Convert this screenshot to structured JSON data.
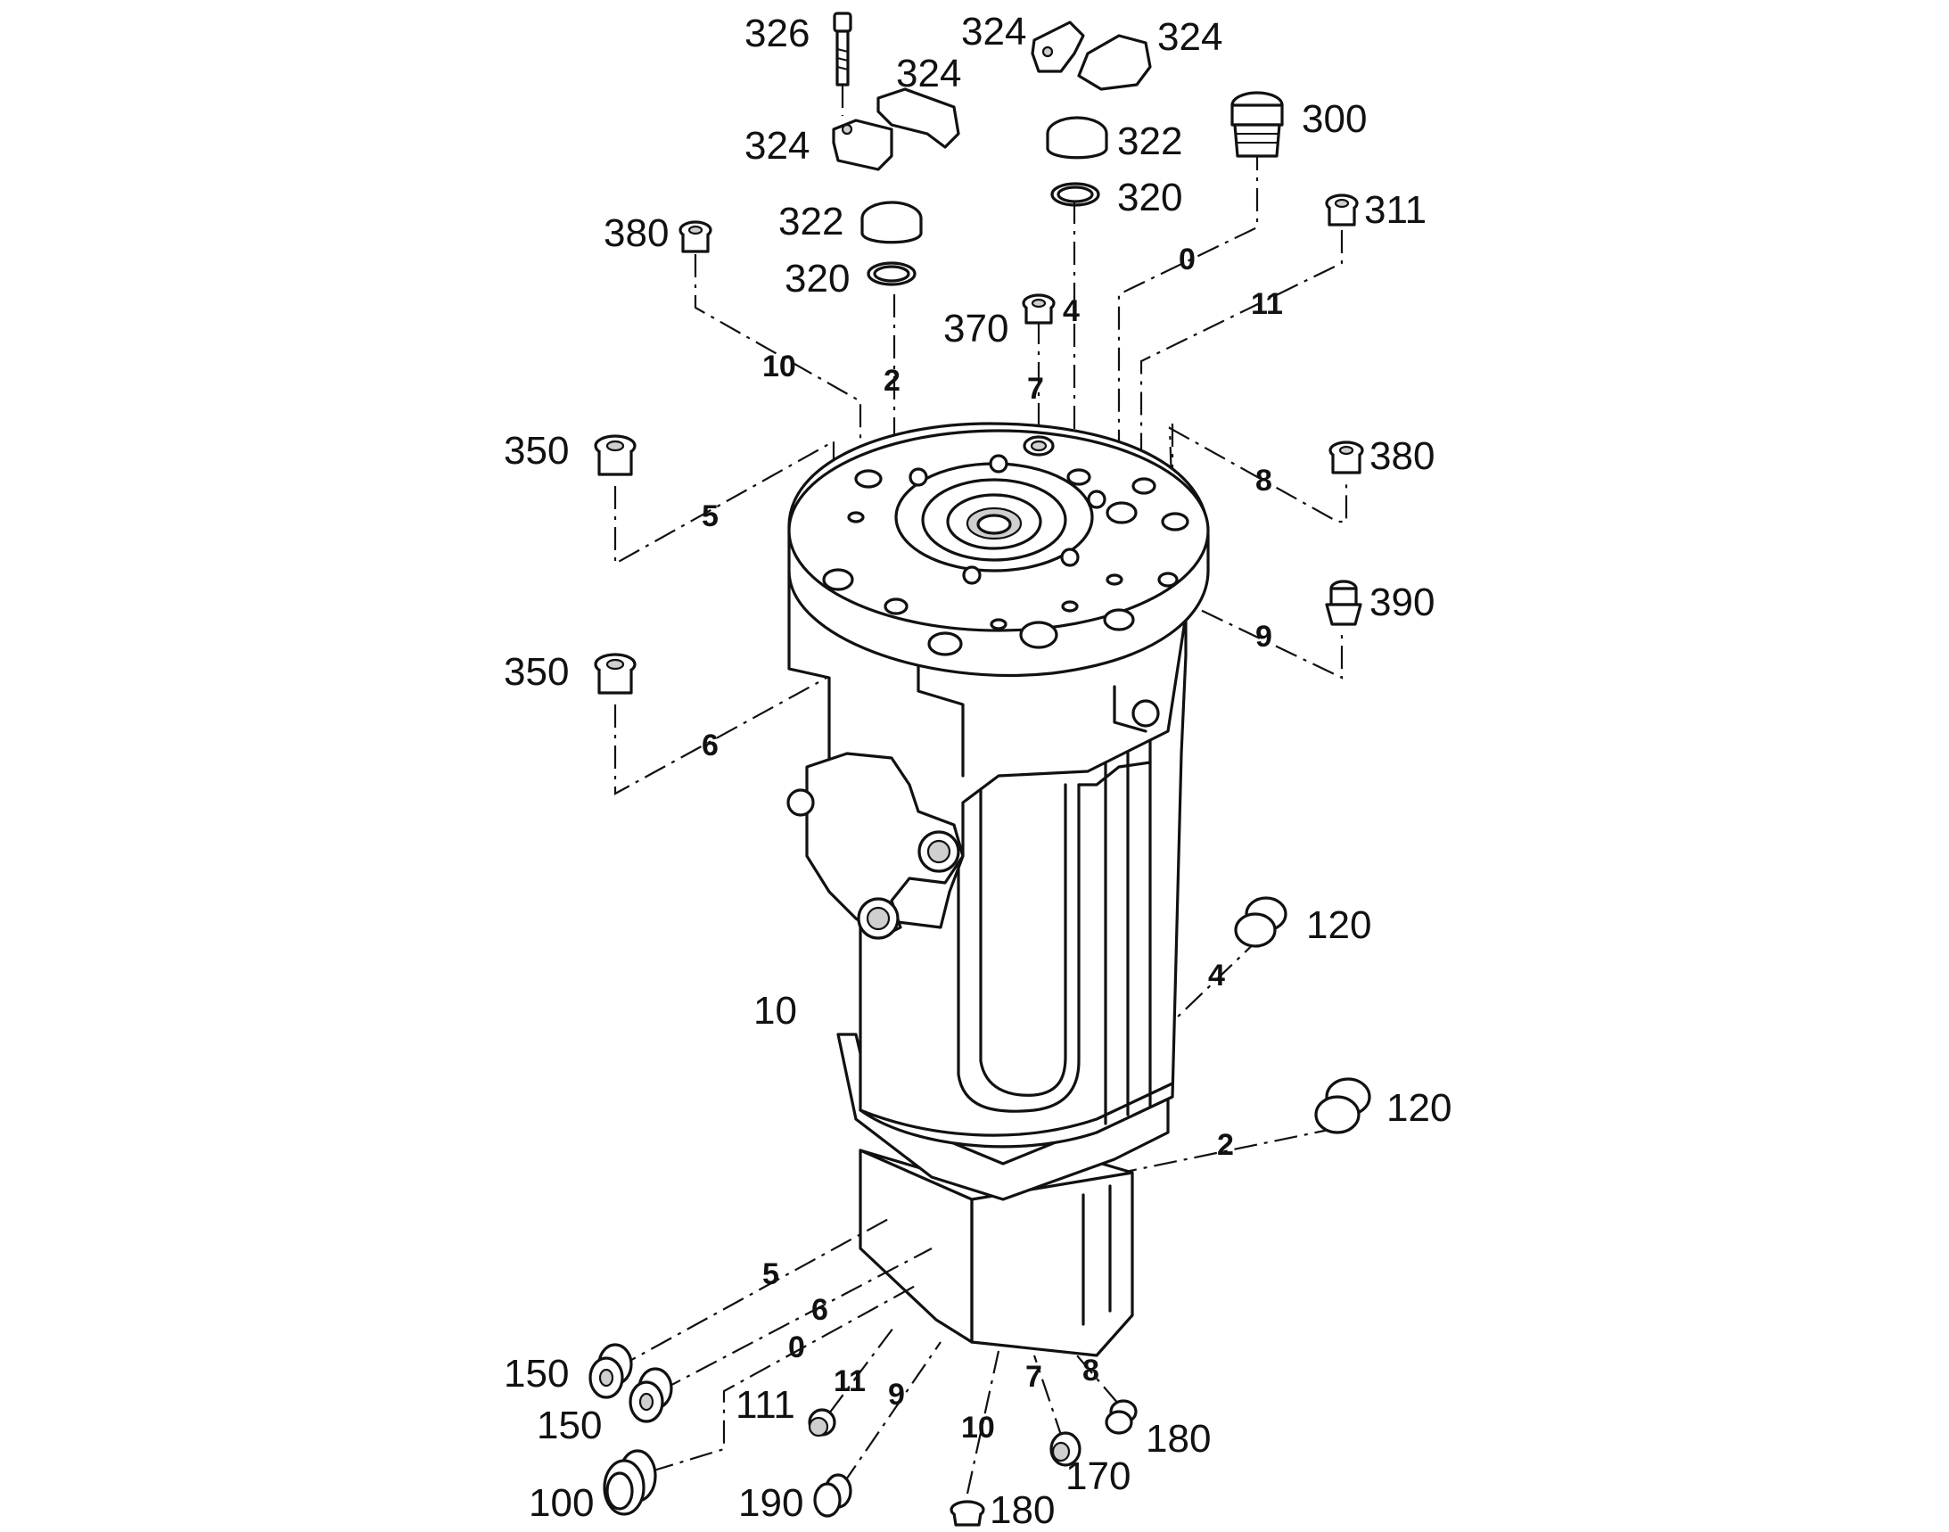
{
  "diagram": {
    "body_label": "10",
    "part_labels": [
      {
        "id": "p326",
        "text": "326"
      },
      {
        "id": "p324a",
        "text": "324"
      },
      {
        "id": "p324b",
        "text": "324"
      },
      {
        "id": "p324c",
        "text": "324"
      },
      {
        "id": "p324d",
        "text": "324"
      },
      {
        "id": "p300",
        "text": "300"
      },
      {
        "id": "p322a",
        "text": "322"
      },
      {
        "id": "p322b",
        "text": "322"
      },
      {
        "id": "p320a",
        "text": "320"
      },
      {
        "id": "p320b",
        "text": "320"
      },
      {
        "id": "p380a",
        "text": "380"
      },
      {
        "id": "p311",
        "text": "311"
      },
      {
        "id": "p370",
        "text": "370"
      },
      {
        "id": "p350a",
        "text": "350"
      },
      {
        "id": "p380b",
        "text": "380"
      },
      {
        "id": "p390",
        "text": "390"
      },
      {
        "id": "p350b",
        "text": "350"
      },
      {
        "id": "p120a",
        "text": "120"
      },
      {
        "id": "p120b",
        "text": "120"
      },
      {
        "id": "p150a",
        "text": "150"
      },
      {
        "id": "p150b",
        "text": "150"
      },
      {
        "id": "p111",
        "text": "111"
      },
      {
        "id": "p100",
        "text": "100"
      },
      {
        "id": "p190",
        "text": "190"
      },
      {
        "id": "p180a",
        "text": "180"
      },
      {
        "id": "p170",
        "text": "170"
      },
      {
        "id": "p180b",
        "text": "180"
      }
    ],
    "line_labels": [
      {
        "id": "l0top",
        "text": "0"
      },
      {
        "id": "l11top",
        "text": "11"
      },
      {
        "id": "l4top",
        "text": "4"
      },
      {
        "id": "l10top",
        "text": "10"
      },
      {
        "id": "l2top",
        "text": "2"
      },
      {
        "id": "l7top",
        "text": "7"
      },
      {
        "id": "l5top",
        "text": "5"
      },
      {
        "id": "l8top",
        "text": "8"
      },
      {
        "id": "l9top",
        "text": "9"
      },
      {
        "id": "l6top",
        "text": "6"
      },
      {
        "id": "l4mid",
        "text": "4"
      },
      {
        "id": "l2mid",
        "text": "2"
      },
      {
        "id": "l5bot",
        "text": "5"
      },
      {
        "id": "l6bot",
        "text": "6"
      },
      {
        "id": "l0bot",
        "text": "0"
      },
      {
        "id": "l11bot",
        "text": "11"
      },
      {
        "id": "l9bot",
        "text": "9"
      },
      {
        "id": "l7bot",
        "text": "7"
      },
      {
        "id": "l8bot",
        "text": "8"
      },
      {
        "id": "l10bot",
        "text": "10"
      }
    ]
  }
}
